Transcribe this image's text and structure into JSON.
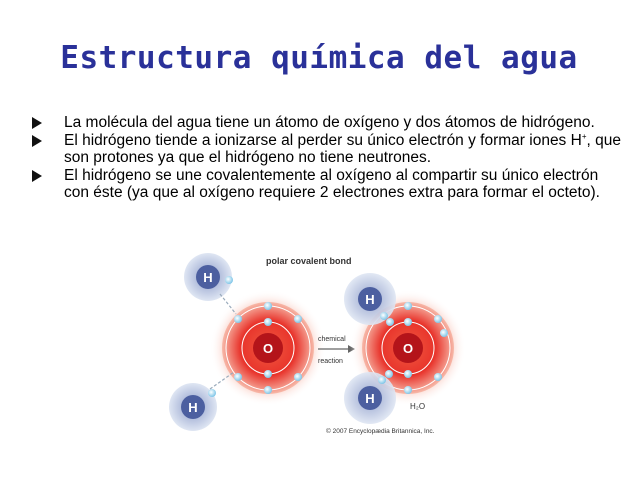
{
  "slide": {
    "title": "Estructura química del agua",
    "bullets": [
      {
        "text": "La molécula del agua tiene un átomo de oxígeno y dos átomos de hidrógeno."
      },
      {
        "text_a": "El hidrógeno tiende a ionizarse al perder su único electrón y formar iones H",
        "sup": "+",
        "text_b": ", que son protones ya que el hidrógeno no tiene neutrones."
      },
      {
        "text": "El hidrógeno se une covalentemente al oxígeno al compartir su único electrón con éste (ya que al oxígeno requiere 2 electrones extra para formar el octeto)."
      }
    ]
  },
  "figure": {
    "caption_top": "polar covalent bond",
    "arrow_label_top": "chemical",
    "arrow_label_bottom": "reaction",
    "oxygen_label": "O",
    "hydrogen_label": "H",
    "formula": "H₂O",
    "credit": "© 2007 Encyclopædia Britannica, Inc.",
    "colors": {
      "oxygen": "#e8332b",
      "hydrogen": "#6d7fb5",
      "electron": "#7fc6e8",
      "title": "#2a3199"
    }
  }
}
